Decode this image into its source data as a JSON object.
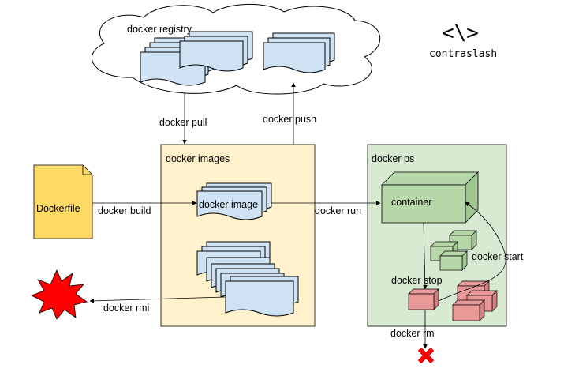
{
  "brand": {
    "logo_glyph": "<\\>",
    "name": "contraslash"
  },
  "labels": {
    "registry": "docker registry",
    "pull": "docker pull",
    "push": "docker push",
    "images_group": "docker images",
    "dockerfile": "Dockerfile",
    "build": "docker build",
    "image": "docker image",
    "run": "docker run",
    "ps_group": "docker ps",
    "container": "container",
    "start": "docker start",
    "stop": "docker stop",
    "rmi": "docker rmi",
    "rm": "docker rm"
  },
  "colors": {
    "page_bg": "#ffffff",
    "document_fill": "#cfe2f3",
    "images_group_fill": "#fff2cc",
    "ps_group_fill": "#d9ead3",
    "running_container_fill": "#b6d7a8",
    "stopped_container_fill": "#ea9999",
    "dockerfile_fill": "#ffd966",
    "explosion_fill": "#ff0000",
    "delete_mark": "#ff0000"
  },
  "icons": {
    "removed_image": "explosion-icon",
    "removed_container": "x-mark-icon",
    "logo": "code-slash-icon"
  }
}
